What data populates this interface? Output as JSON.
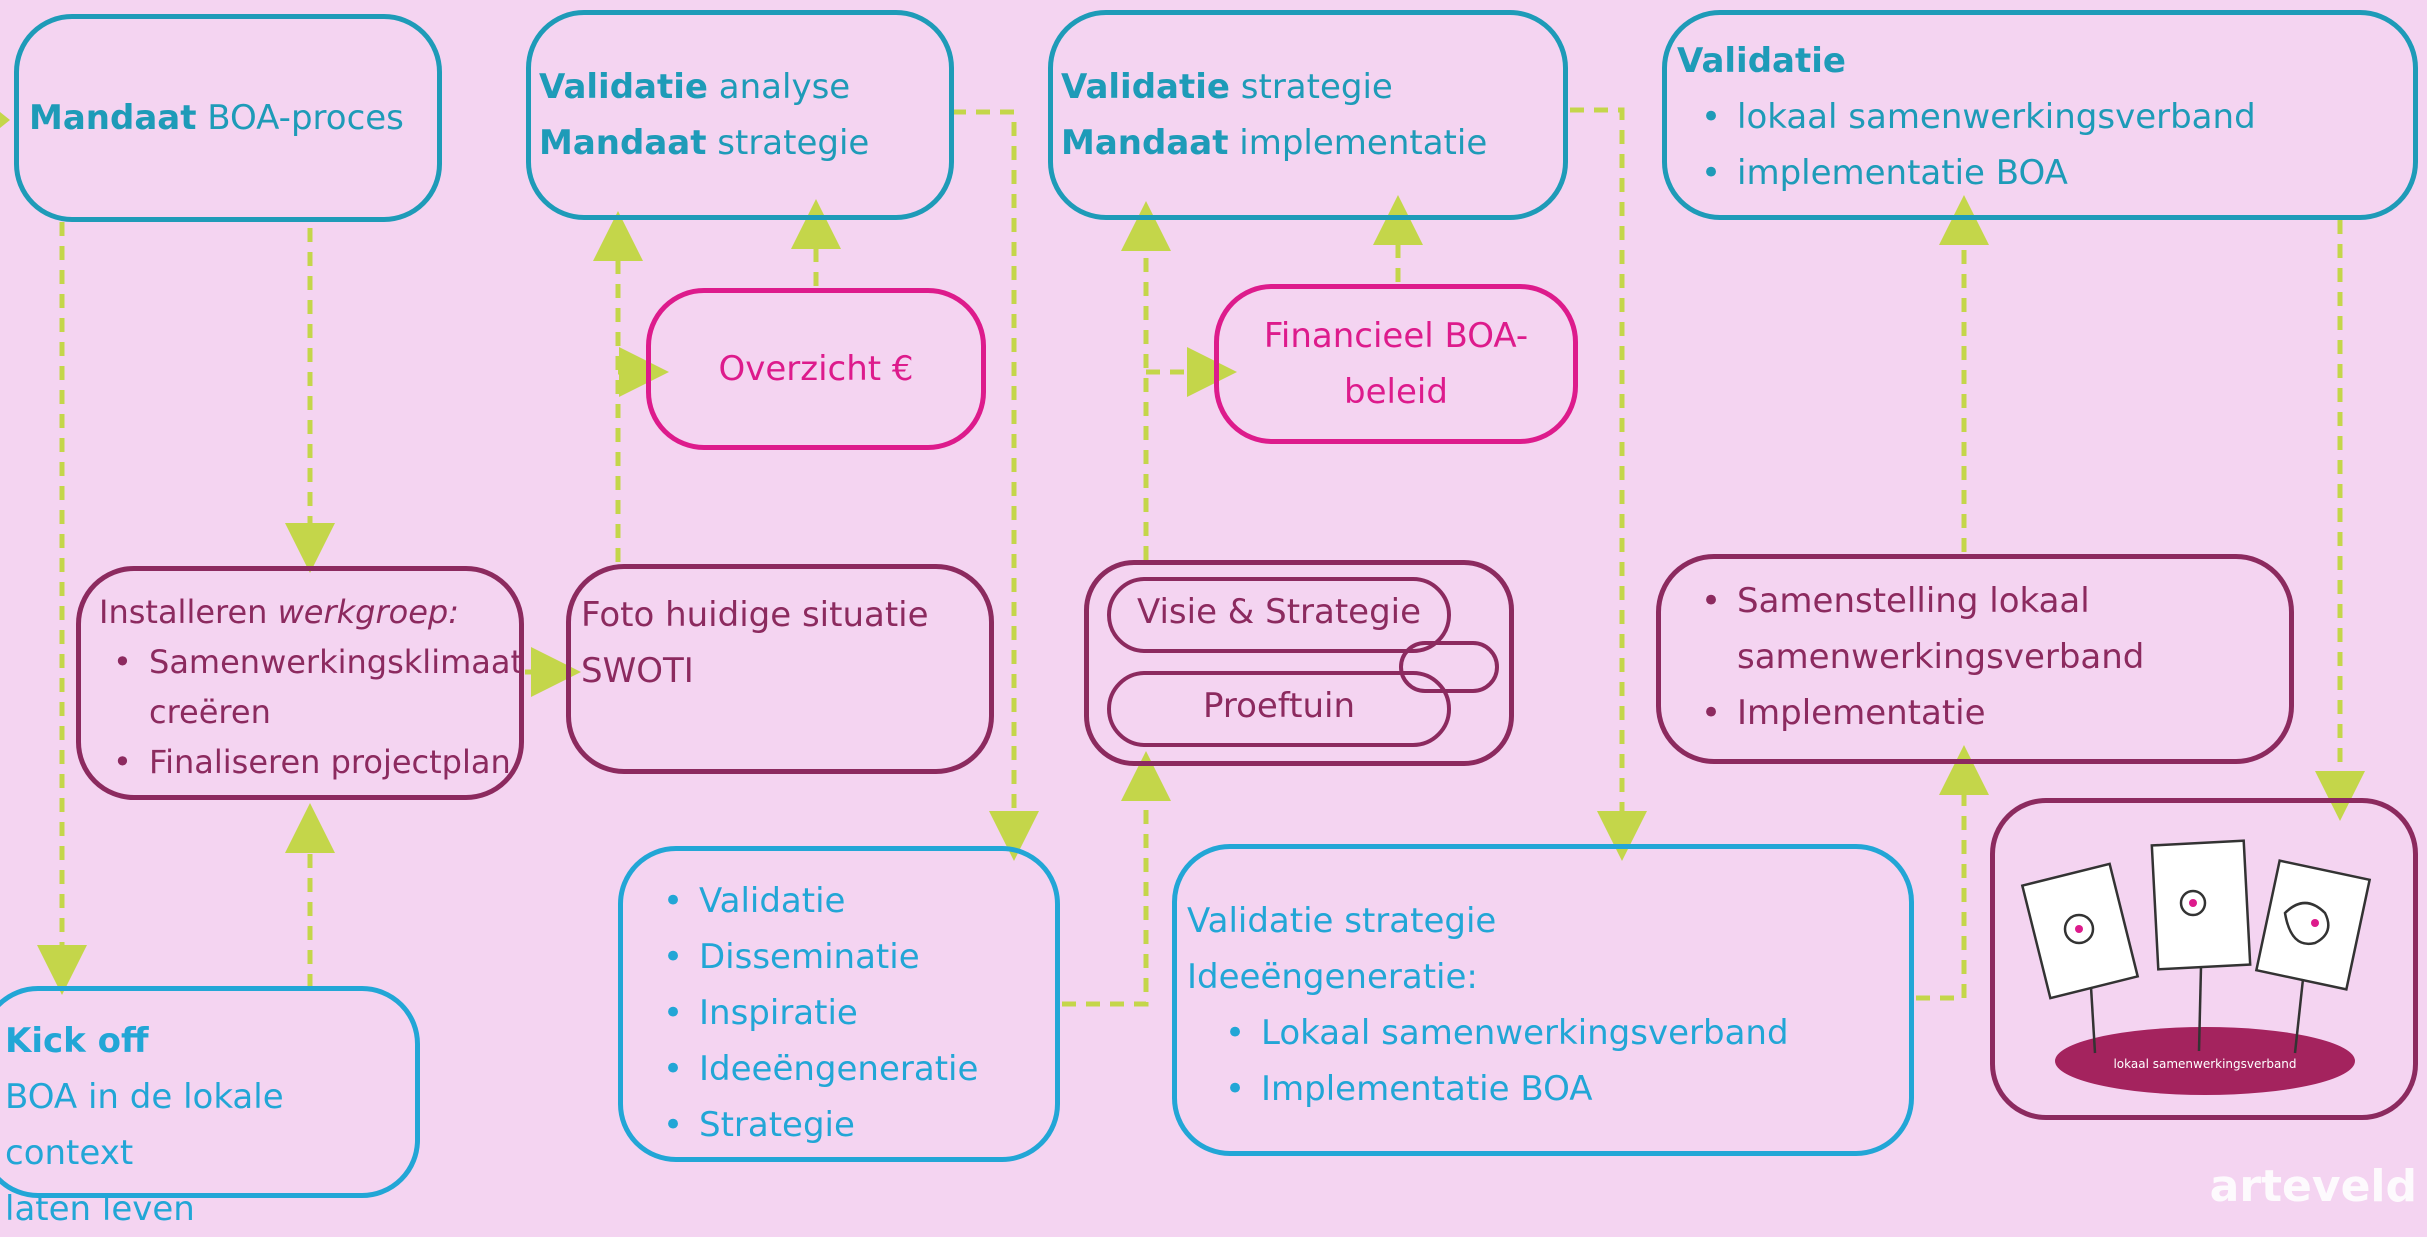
{
  "nodes": {
    "mandaat_boa": {
      "bold": "Mandaat",
      "text": " BOA-proces"
    },
    "val_analyse": {
      "line1_bold": "Validatie",
      "line1": " analyse",
      "line2_bold": "Mandaat",
      "line2": " strategie"
    },
    "val_strategie": {
      "line1_bold": "Validatie",
      "line1": " strategie",
      "line2_bold": "Mandaat",
      "line2": " implementatie"
    },
    "val_final": {
      "title": "Validatie",
      "items": [
        "lokaal samenwerkingsverband",
        "implementatie BOA"
      ]
    },
    "overzicht": {
      "text": "Overzicht €"
    },
    "financieel": {
      "line1": "Financieel BOA-",
      "line2": "beleid"
    },
    "werkgroep": {
      "title_plain": "Installeren ",
      "title_italic": "werkgroep:",
      "item1_line1": "Samenwerkingsklimaat",
      "item1_line2": "creëren",
      "item2": "Finaliseren projectplan"
    },
    "foto": {
      "line1": "Foto huidige situatie",
      "line2": "SWOTI"
    },
    "visie": {
      "chip1": "Visie & Strategie",
      "chip2": "Proeftuin"
    },
    "samenstelling": {
      "item1_line1": "Samenstelling lokaal",
      "item1_line2": "samenwerkingsverband",
      "item2": "Implementatie"
    },
    "kickoff": {
      "title": "Kick off",
      "line1": "BOA in de lokale context",
      "line2": "laten leven"
    },
    "validatie_list": {
      "items": [
        "Validatie",
        "Disseminatie",
        "Inspiratie",
        "Ideeëngeneratie",
        "Strategie"
      ]
    },
    "val_strat_idee": {
      "line1": "Validatie strategie",
      "line2": "Ideeëngeneratie:",
      "items": [
        "Lokaal samenwerkingsverband",
        "Implementatie BOA"
      ]
    },
    "illustration": {
      "caption": "lokaal samenwerkingsverband"
    }
  },
  "logo": "arteveld",
  "colors": {
    "background": "#f4d4f1",
    "teal": "#1e9bb8",
    "blue": "#22a6d6",
    "pink": "#dd1b8c",
    "plum": "#8c2a5f",
    "connector": "#c4d64a"
  }
}
